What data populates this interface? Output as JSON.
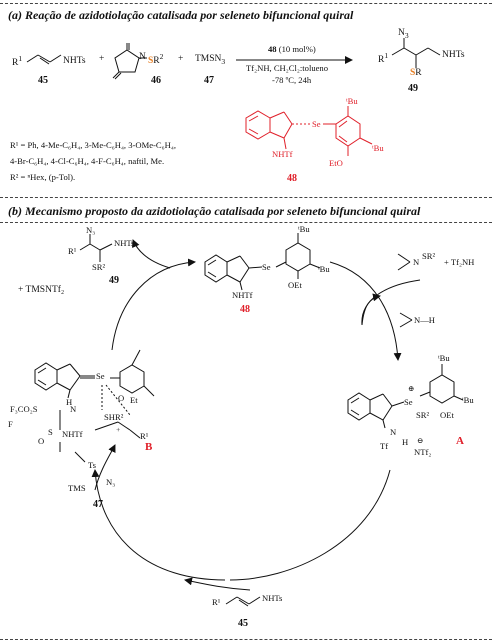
{
  "section_a": {
    "title": "(a) Reação de azidotiolação catalisada por seleneto bifuncional quiral",
    "reactants": {
      "alkene_sub": "R",
      "alkene_sup": "1",
      "alkene_group": "NHTs",
      "alkene_num": "45",
      "plus1": "+",
      "reagent_S": "S",
      "reagent_R": "R",
      "reagent_R_sup": "2",
      "reagent_N": "N",
      "reagent_num": "46",
      "plus2": "+",
      "tmsn3": "TMSN",
      "tmsn3_sub": "3",
      "tmsn3_num": "47"
    },
    "conditions": {
      "catalyst_num": "48",
      "catalyst_load": "(10 mol%)",
      "line2": "Tf₂NH, CH₂Cl₂:tolueno",
      "line3": "-78 ºC, 24h"
    },
    "product": {
      "n3": "N",
      "n3_sub": "3",
      "r1": "R",
      "r1_sup": "1",
      "nhts": "NHTs",
      "s": "S",
      "sr": "R",
      "num": "49"
    },
    "notes": [
      "R¹ = Ph, 4-Me-C₆H₄, 3-Me-C₆H₄, 3-OMe-C₆H₄,",
      "4-Br-C₆H₄, 4-Cl-C₆H₄, 4-F-C₆H₄, naftil, Me.",
      "R² = ⁿHex, (p-Tol)."
    ],
    "catalyst": {
      "se": "Se",
      "tbu": "ᵗBu",
      "nhtf": "NHTf",
      "eto": "EtO",
      "tbu2": "ᵗBu",
      "num": "48"
    }
  },
  "section_b": {
    "title": "(b) Mecanismo proposto da azidotiolação catalisada por seleneto bifuncional quiral",
    "product": {
      "n3": "N₃",
      "r1": "R¹",
      "nhts": "NHTs",
      "sr2": "SR²",
      "num": "49"
    },
    "byproduct": "+ TMSNTf₂",
    "catalyst": {
      "se": "Se",
      "tbu": "ᵗBu",
      "tbu2": "ᵗBu",
      "oet": "OEt",
      "nhtf": "NHTf",
      "num": "48"
    },
    "reagent_in": {
      "sr2": "SR²",
      "n": "N",
      "plus": "+ Tf₂NH"
    },
    "amine_out": "N—H",
    "int_A": {
      "se": "Se",
      "plus": "⊕",
      "tbu": "ᵗBu",
      "tbu2": "ᵗBu",
      "sr2": "SR²",
      "oet": "OEt",
      "n": "N",
      "h": "H",
      "tf": "Tf",
      "ntf2": "NTf₂",
      "minus": "⊖",
      "label": "A"
    },
    "int_B": {
      "se": "Se",
      "et": "Et",
      "o": "O",
      "h": "H",
      "n": "N",
      "f3cso3": "F₃CO₂S",
      "f": "F",
      "s": "S",
      "o2": "O",
      "nhtf": "NHTf",
      "shr": "SHR²",
      "plus": "+",
      "r1": "R¹",
      "ts": "Ts",
      "label": "B"
    },
    "tmsn3": "TMS",
    "tmsn3_n": "N₃",
    "tmsn3_num": "47",
    "alkene": {
      "r1": "R¹",
      "nhts": "NHTs",
      "num": "45"
    }
  }
}
